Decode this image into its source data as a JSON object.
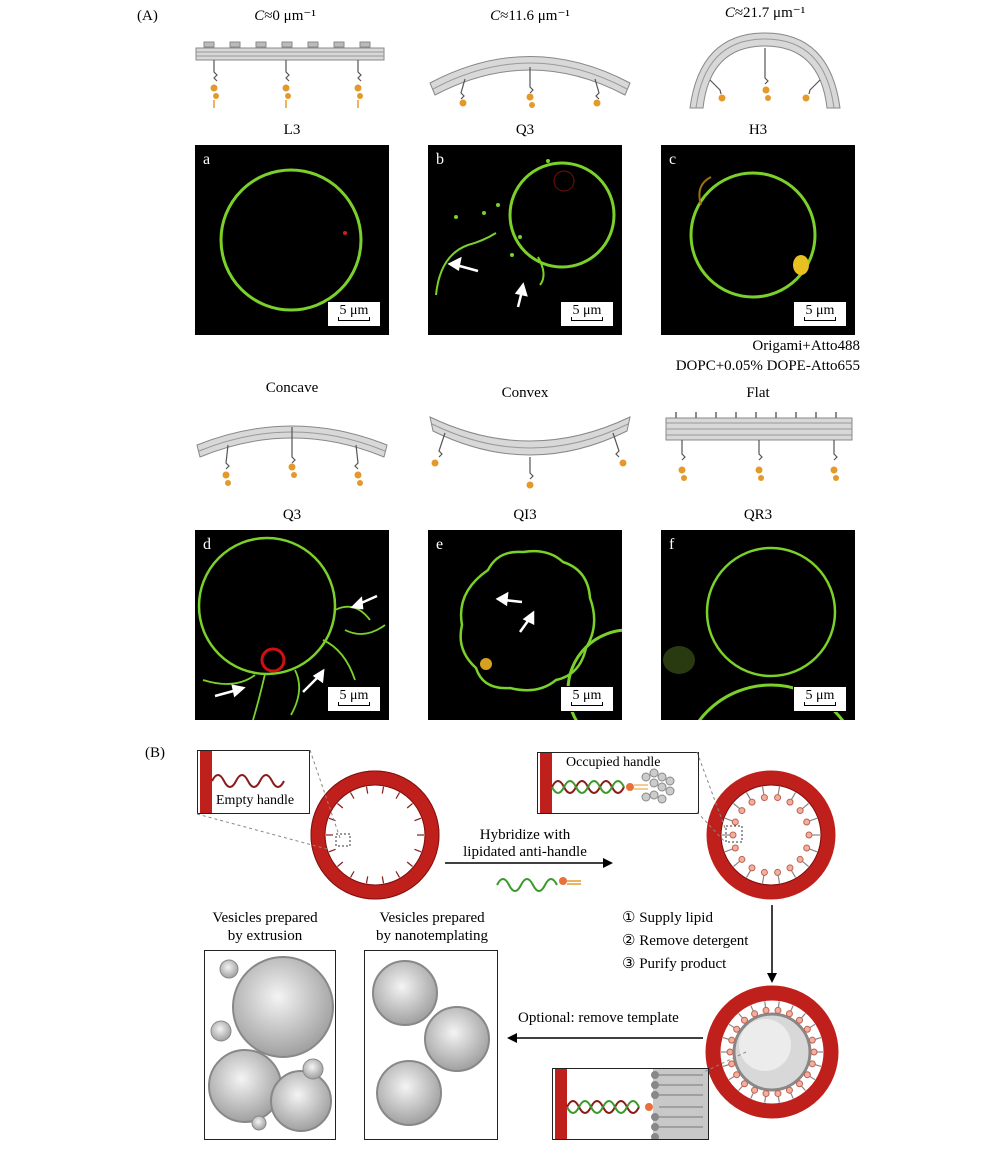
{
  "panel_a": {
    "label": "(A)",
    "curvature_labels": [
      "≈0 μm⁻¹",
      "≈11.6 μm⁻¹",
      "≈21.7 μm⁻¹"
    ],
    "curvature_symbol": "C",
    "row1_titles": [
      "L3",
      "Q3",
      "H3"
    ],
    "row1_letters": [
      "a",
      "b",
      "c"
    ],
    "legend_line1": "Origami+Atto488",
    "legend_line2": "DOPC+0.05% DOPE-Atto655",
    "shape_labels": [
      "Concave",
      "Convex",
      "Flat"
    ],
    "row2_titles": [
      "Q3",
      "QI3",
      "QR3"
    ],
    "row2_letters": [
      "d",
      "e",
      "f"
    ],
    "scale_bar": "5 μm"
  },
  "panel_b": {
    "label": "(B)",
    "empty_handle": "Empty handle",
    "occupied_handle": "Occupied handle",
    "hybridize_line1": "Hybridize with",
    "hybridize_line2": "lipidated anti-handle",
    "step1": "① Supply lipid",
    "step2": "② Remove detergent",
    "step3": "③ Purify product",
    "optional": "Optional: remove template",
    "extrusion_line1": "Vesicles prepared",
    "extrusion_line2": "by extrusion",
    "nanotemplating_line1": "Vesicles prepared",
    "nanotemplating_line2": "by nanotemplating"
  },
  "colors": {
    "fluor_green": "#7bd12a",
    "ring_red": "#c0201c",
    "dna_red": "#8b1a1a",
    "dna_green": "#3a9a2a",
    "lipid_orange": "#e39a2a"
  }
}
